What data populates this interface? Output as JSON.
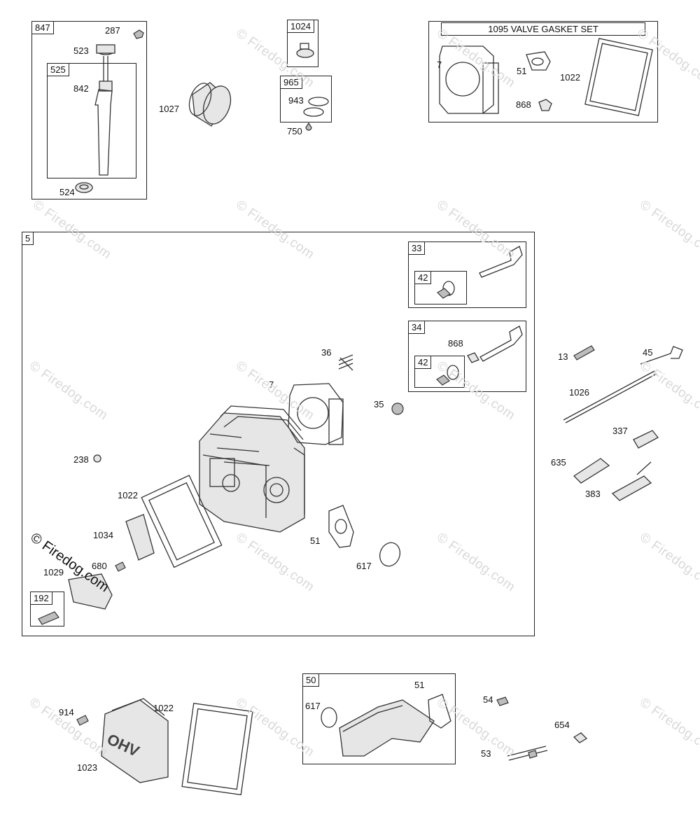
{
  "watermark": "© Firedog.com",
  "corner_watermark": "© Firedog.com",
  "group_847": {
    "tag": "847",
    "sub_tag": "525",
    "parts": [
      "287",
      "523",
      "842",
      "524"
    ]
  },
  "part_1027": "1027",
  "group_1024": {
    "tag": "1024"
  },
  "group_965": {
    "tag": "965",
    "parts": [
      "943",
      "750"
    ]
  },
  "group_1095": {
    "title": "1095 VALVE GASKET SET",
    "parts": [
      "7",
      "51",
      "1022",
      "868"
    ]
  },
  "group_5": {
    "tag": "5",
    "parts": [
      "36",
      "7",
      "35",
      "238",
      "1022",
      "1034",
      "680",
      "1029",
      "51",
      "617"
    ],
    "sub_192": "192"
  },
  "group_33": {
    "tag": "33",
    "sub_tag": "42"
  },
  "group_34": {
    "tag": "34",
    "sub_tag": "42",
    "part": "868"
  },
  "side_parts": [
    "13",
    "45",
    "1026",
    "337",
    "635",
    "383"
  ],
  "bottom_left": [
    "914",
    "1022",
    "1023"
  ],
  "cover_text": "OHV",
  "group_50": {
    "tag": "50",
    "parts": [
      "51",
      "617"
    ]
  },
  "bottom_right": [
    "54",
    "654",
    "53"
  ]
}
